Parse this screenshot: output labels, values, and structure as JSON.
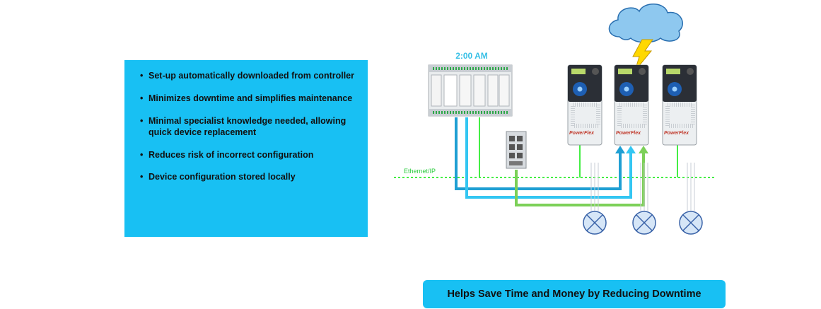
{
  "bullets": [
    "Set-up automatically downloaded  from controller",
    "Minimizes downtime and simplifies maintenance",
    "Minimal specialist knowledge needed, allowing quick device replacement",
    "Reduces risk of incorrect configuration",
    "Device configuration stored locally"
  ],
  "time_label": "2:00 AM",
  "network_label": "Ethernet/IP",
  "drive_brand": "PowerFlex",
  "banner": "Helps Save Time and Money by Reducing Downtime",
  "colors": {
    "panel": "#18c0f3",
    "ethernet": "#44ee44",
    "cable_blue": "#1f9fd3",
    "cable_cyan": "#33c6f2",
    "cable_green": "#7cd058",
    "cloud": "#8ec8ef",
    "lightning": "#ffd800"
  }
}
